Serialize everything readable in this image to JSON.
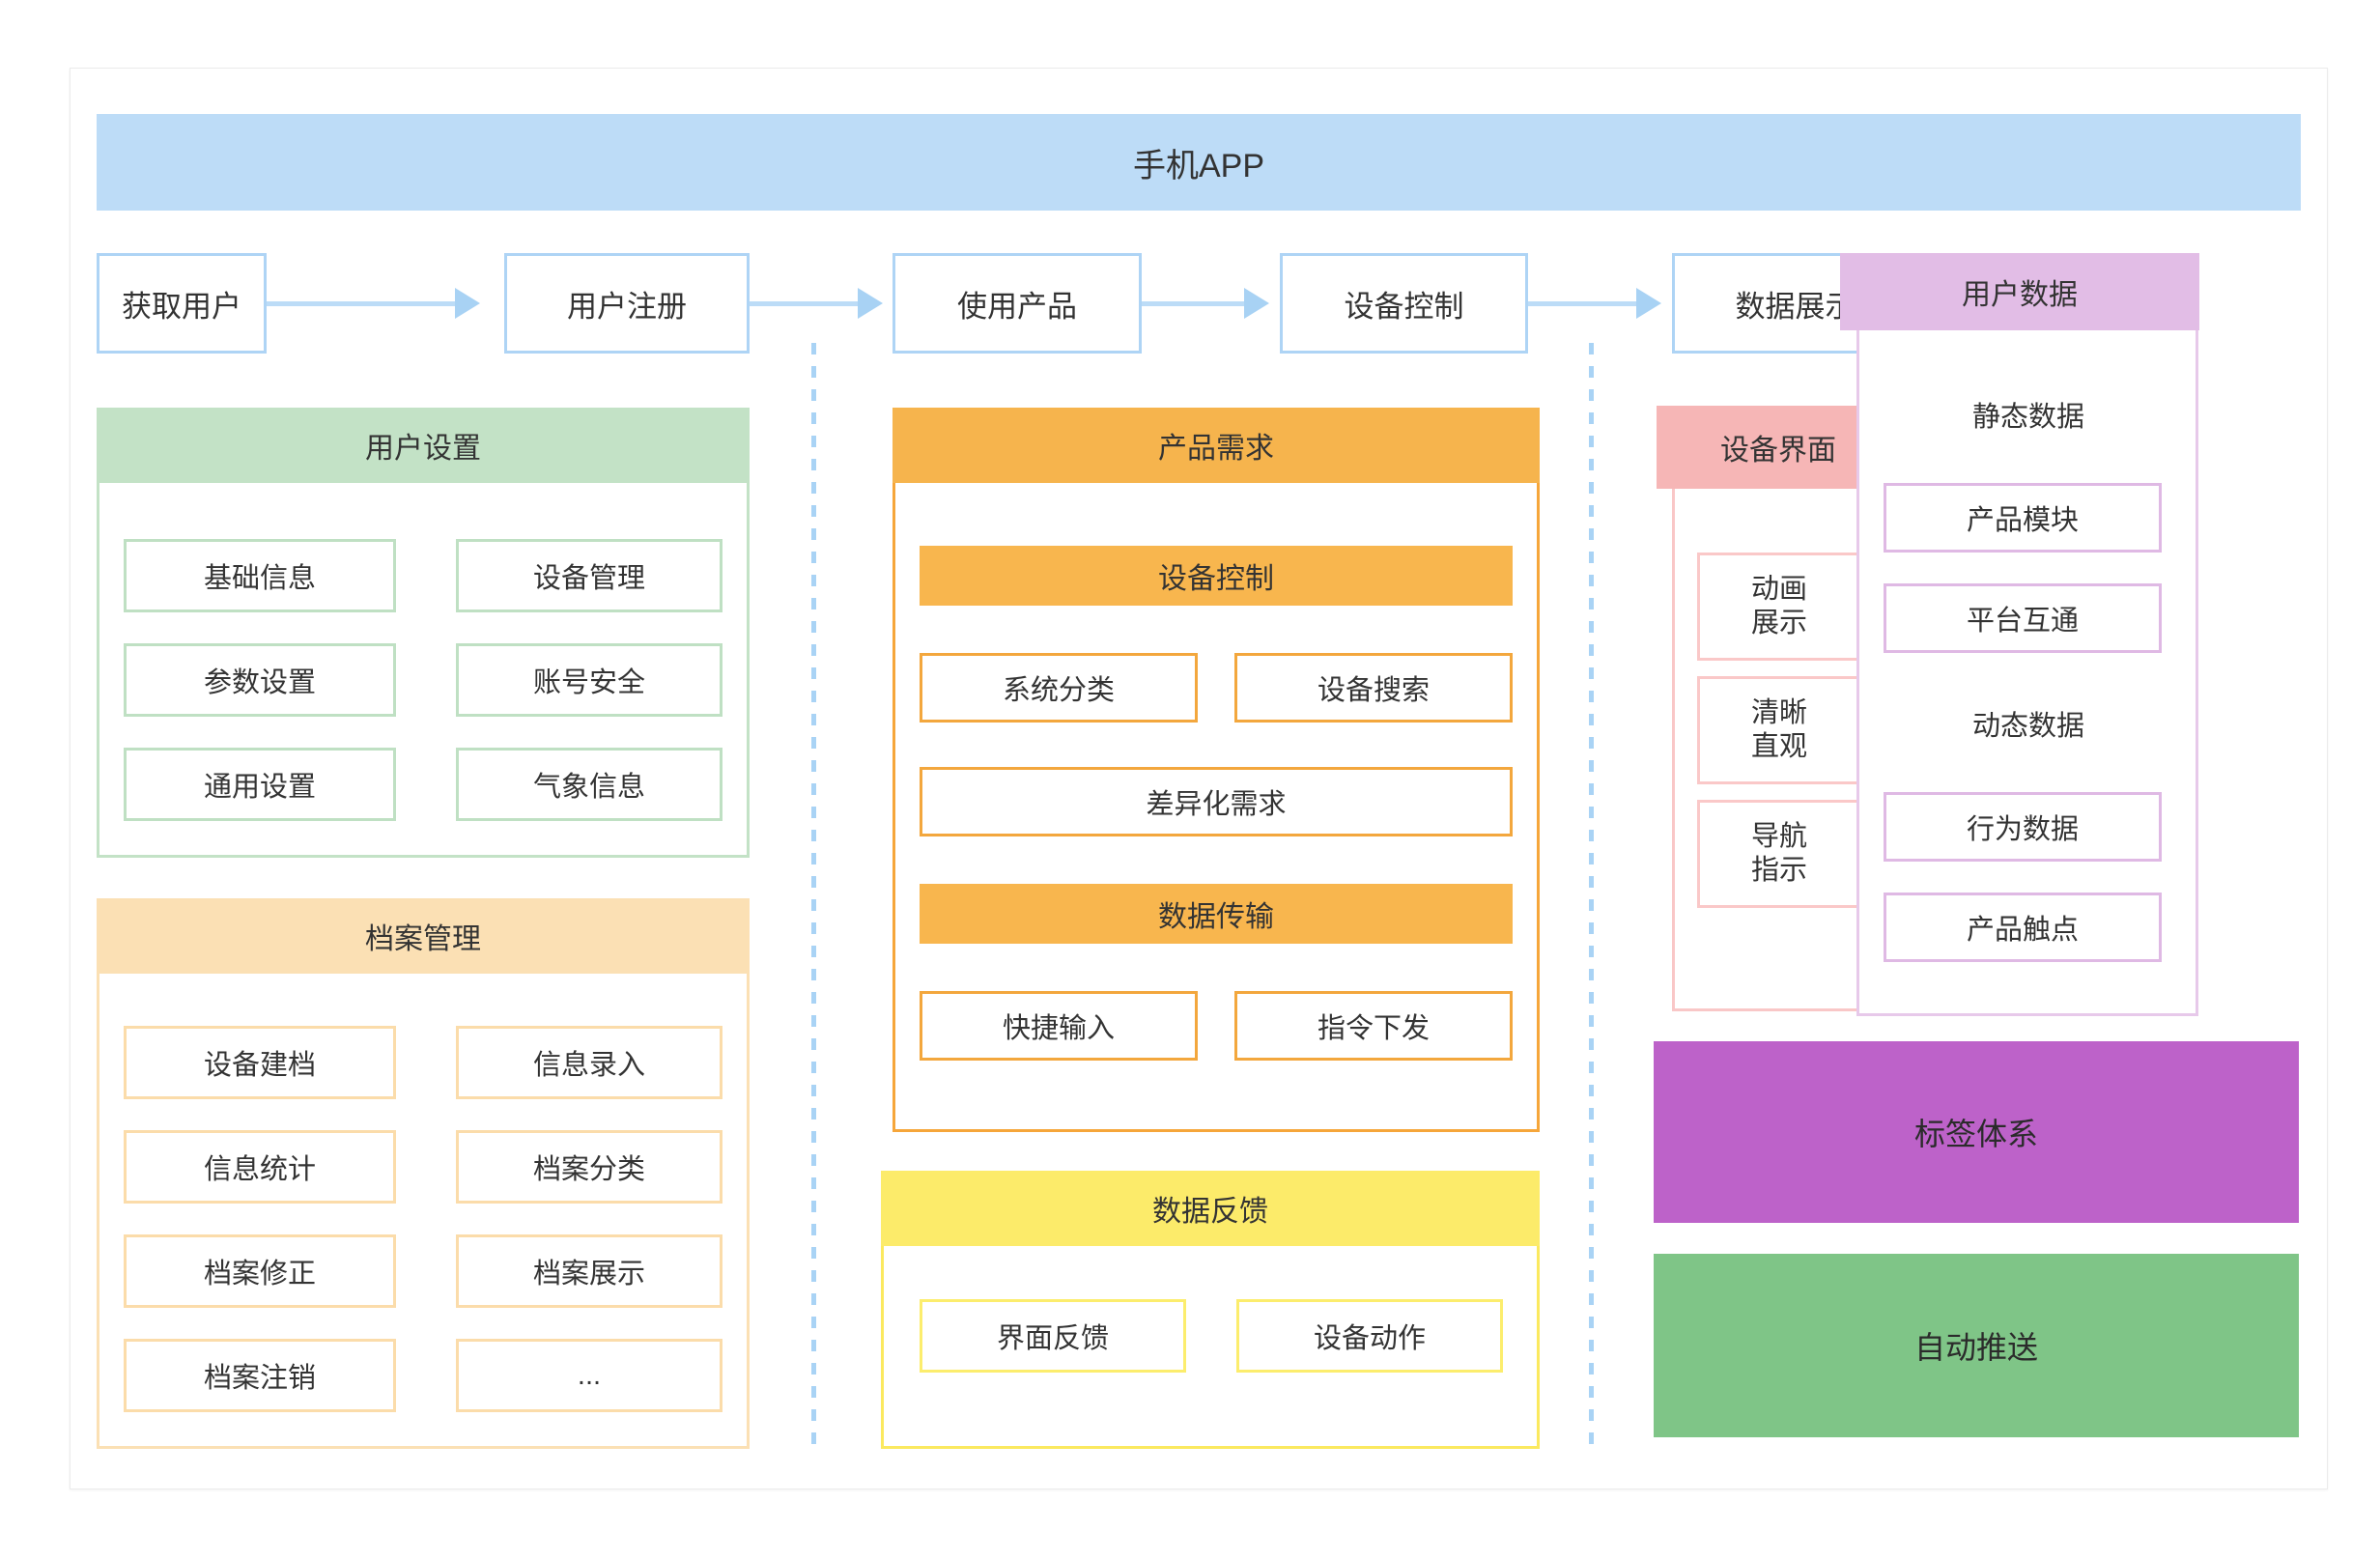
{
  "diagram": {
    "title": "手机APP",
    "flow": {
      "steps": [
        {
          "label": "获取用户"
        },
        {
          "label": "用户注册"
        },
        {
          "label": "使用产品"
        },
        {
          "label": "设备控制"
        },
        {
          "label": "数据展示"
        }
      ],
      "arrow_color": "#a8d2f4",
      "box_border_color": "#aed4f5"
    },
    "columns": [
      {
        "name": "user-column",
        "groups": [
          {
            "name": "user-settings",
            "title": "用户设置",
            "accent": "#c3e2c6",
            "items": [
              "基础信息",
              "设备管理",
              "参数设置",
              "账号安全",
              "通用设置",
              "气象信息"
            ]
          },
          {
            "name": "archive-management",
            "title": "档案管理",
            "accent": "#fbe0b4",
            "items": [
              "设备建档",
              "信息录入",
              "信息统计",
              "档案分类",
              "档案修正",
              "档案展示",
              "档案注销",
              "..."
            ]
          }
        ]
      },
      {
        "name": "product-column",
        "groups": [
          {
            "name": "product-requirements",
            "title": "产品需求",
            "accent": "#f6b44d",
            "bar1": "设备控制",
            "pair1": [
              "系统分类",
              "设备搜索"
            ],
            "wide1": "差异化需求",
            "bar2": "数据传输",
            "pair2": [
              "快捷输入",
              "指令下发"
            ]
          },
          {
            "name": "data-feedback",
            "title": "数据反馈",
            "accent": "#fceb6a",
            "items": [
              "界面反馈",
              "设备动作"
            ]
          }
        ]
      },
      {
        "name": "device-column",
        "groups": [
          {
            "name": "device-interface",
            "title": "设备界面",
            "accent": "#f6b6b6",
            "items": [
              "动画\n展示",
              "清晰\n直观",
              "导航\n指示"
            ]
          }
        ]
      },
      {
        "name": "data-column",
        "groups": [
          {
            "name": "user-data",
            "title": "用户数据",
            "accent": "#e2bde6",
            "subhead1": "静态数据",
            "static_items": [
              "产品模块",
              "平台互通"
            ],
            "subhead2": "动态数据",
            "dynamic_items": [
              "行为数据",
              "产品触点"
            ]
          }
        ],
        "blocks": [
          {
            "name": "tag-system",
            "label": "标签体系",
            "color": "#bd62c9"
          },
          {
            "name": "auto-push",
            "label": "自动推送",
            "color": "#7fc587"
          }
        ]
      }
    ]
  }
}
